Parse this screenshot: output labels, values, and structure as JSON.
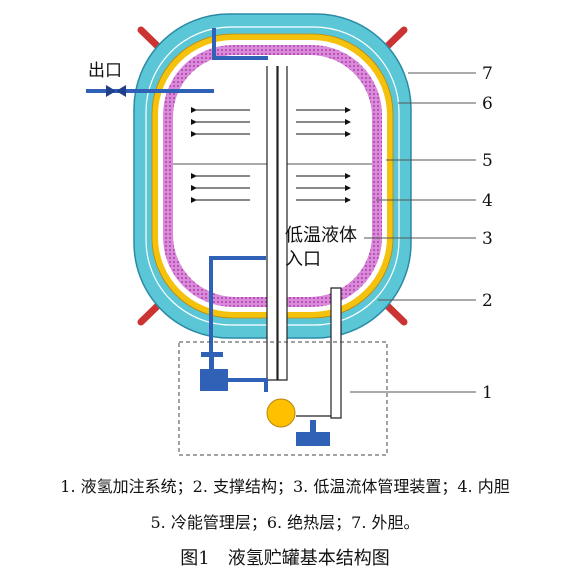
{
  "labels": {
    "outlet": "出口",
    "inlet_line1": "低温液体",
    "inlet_line2": "入口",
    "callouts": [
      "1",
      "2",
      "3",
      "4",
      "5",
      "6",
      "7"
    ]
  },
  "caption": {
    "legend_line1": "1. 液氢加注系统；2. 支撑结构；3. 低温流体管理装置；4. 内胆",
    "legend_line2": "5. 冷能管理层；6. 绝热层；7. 外胆。",
    "figure_title": "图1　液氢贮罐基本结构图"
  },
  "colors": {
    "outer_shell": "#3aa8c2",
    "insulation_fill": "#5bc7d6",
    "yellow_layer": "#f4c20d",
    "inner_pink": "#cc66cc",
    "pipe_blue": "#2f62b7",
    "support_red": "#cc3333",
    "pump_yellow": "#ffc000"
  }
}
